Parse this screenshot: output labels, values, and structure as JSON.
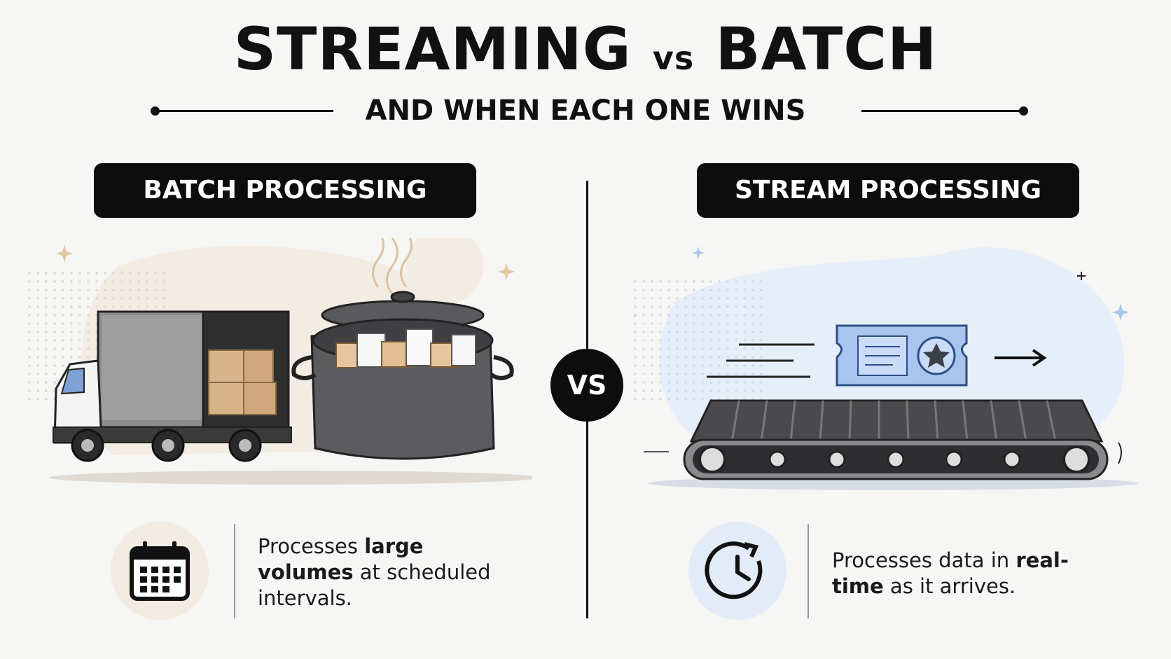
{
  "header": {
    "title_left": "STREAMING",
    "title_vs": "vs",
    "title_right": "BATCH",
    "subtitle": "AND WHEN EACH ONE WINS"
  },
  "batch": {
    "heading": "BATCH PROCESSING",
    "desc_pre": "Processes ",
    "desc_bold": "large volumes",
    "desc_post": " at scheduled intervals.",
    "icon": "calendar-icon"
  },
  "stream": {
    "heading": "STREAM PROCESSING",
    "desc_pre": "Processes data in ",
    "desc_bold": "real-time",
    "desc_post": " as it arrives.",
    "icon": "clock-icon"
  },
  "center": {
    "vs_label": "VS"
  },
  "colors": {
    "dark": "#0d0d0d",
    "batch_accent": "#f1ebe2",
    "stream_accent": "#e2ebf7",
    "box": "#d7b48a",
    "ticket": "#a9c4ef"
  }
}
